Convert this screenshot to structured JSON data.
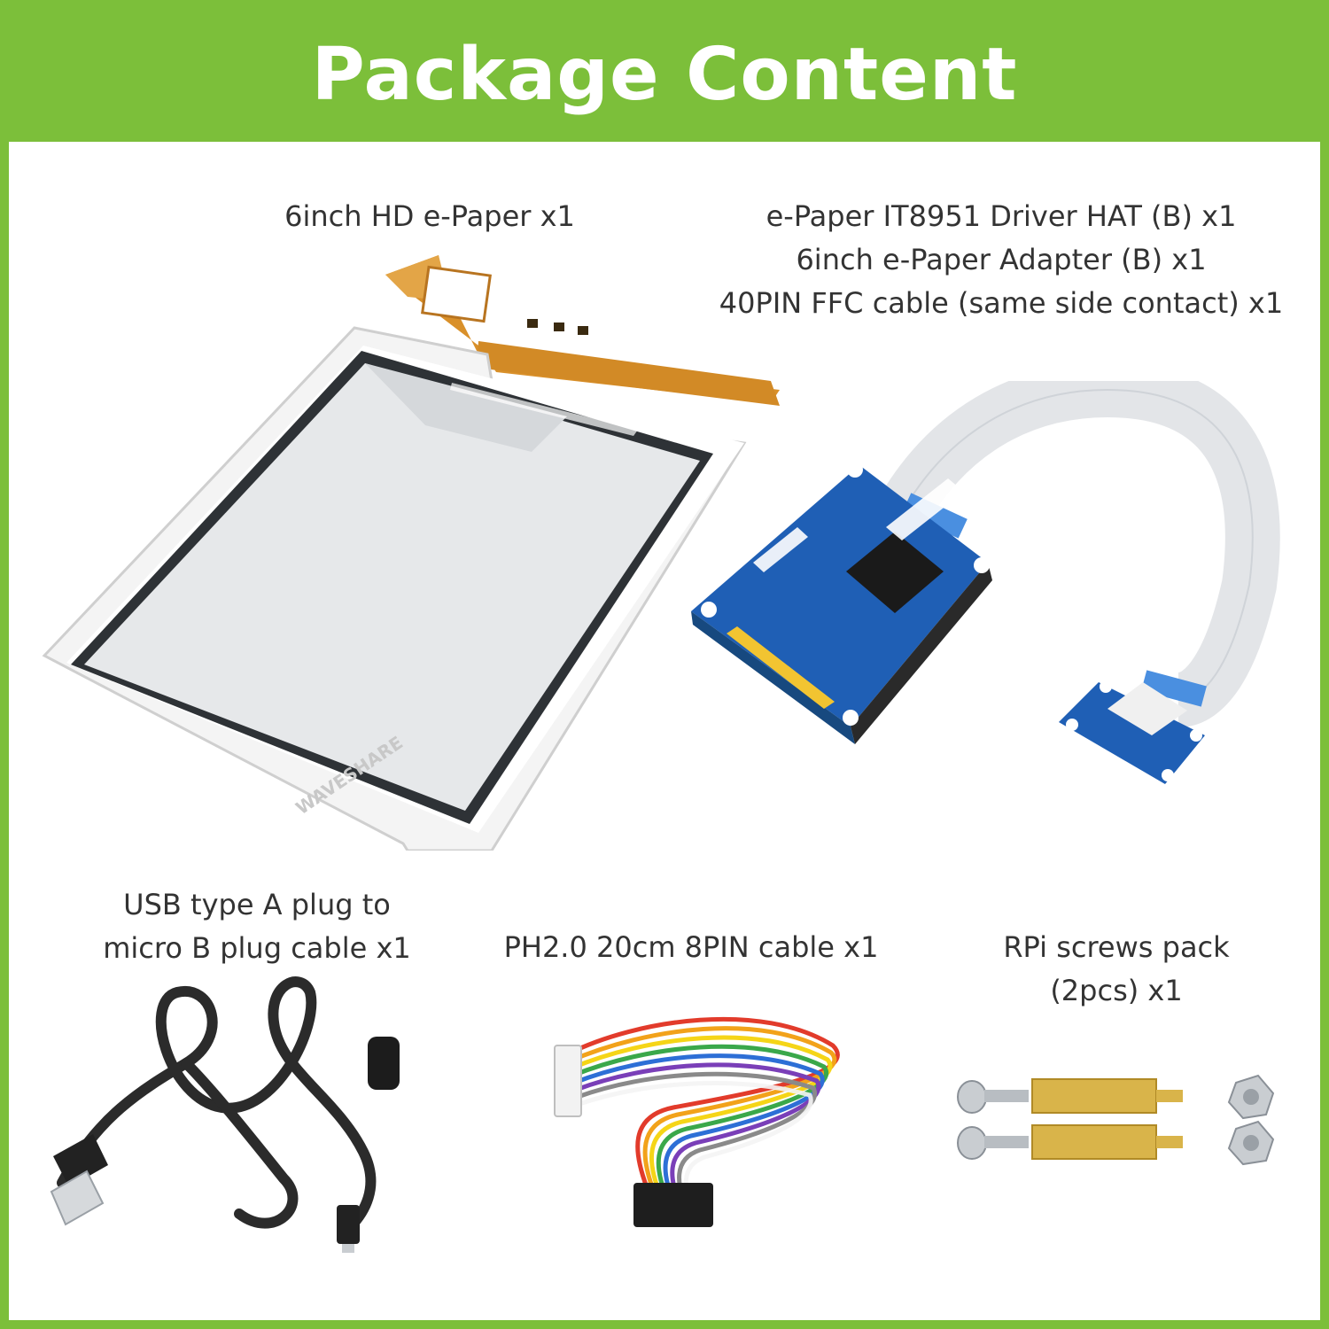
{
  "header": {
    "title": "Package Content"
  },
  "colors": {
    "brand_green": "#7cbf3a",
    "pcb_blue": "#1f5fb5",
    "ffc_orange": "#d9902a"
  },
  "items": {
    "epaper": {
      "label": "6inch HD e-Paper x1",
      "watermark": "WAVESHARE"
    },
    "hat": {
      "line1": "e-Paper IT8951 Driver HAT (B) x1",
      "line2": "6inch e-Paper Adapter (B) x1",
      "line3": "40PIN FFC cable (same side contact) x1"
    },
    "usb": {
      "line1": "USB type A plug to",
      "line2": "micro B plug cable x1"
    },
    "ph": {
      "label": "PH2.0 20cm 8PIN cable x1"
    },
    "screws": {
      "line1": "RPi screws pack",
      "line2": "(2pcs) x1"
    }
  }
}
